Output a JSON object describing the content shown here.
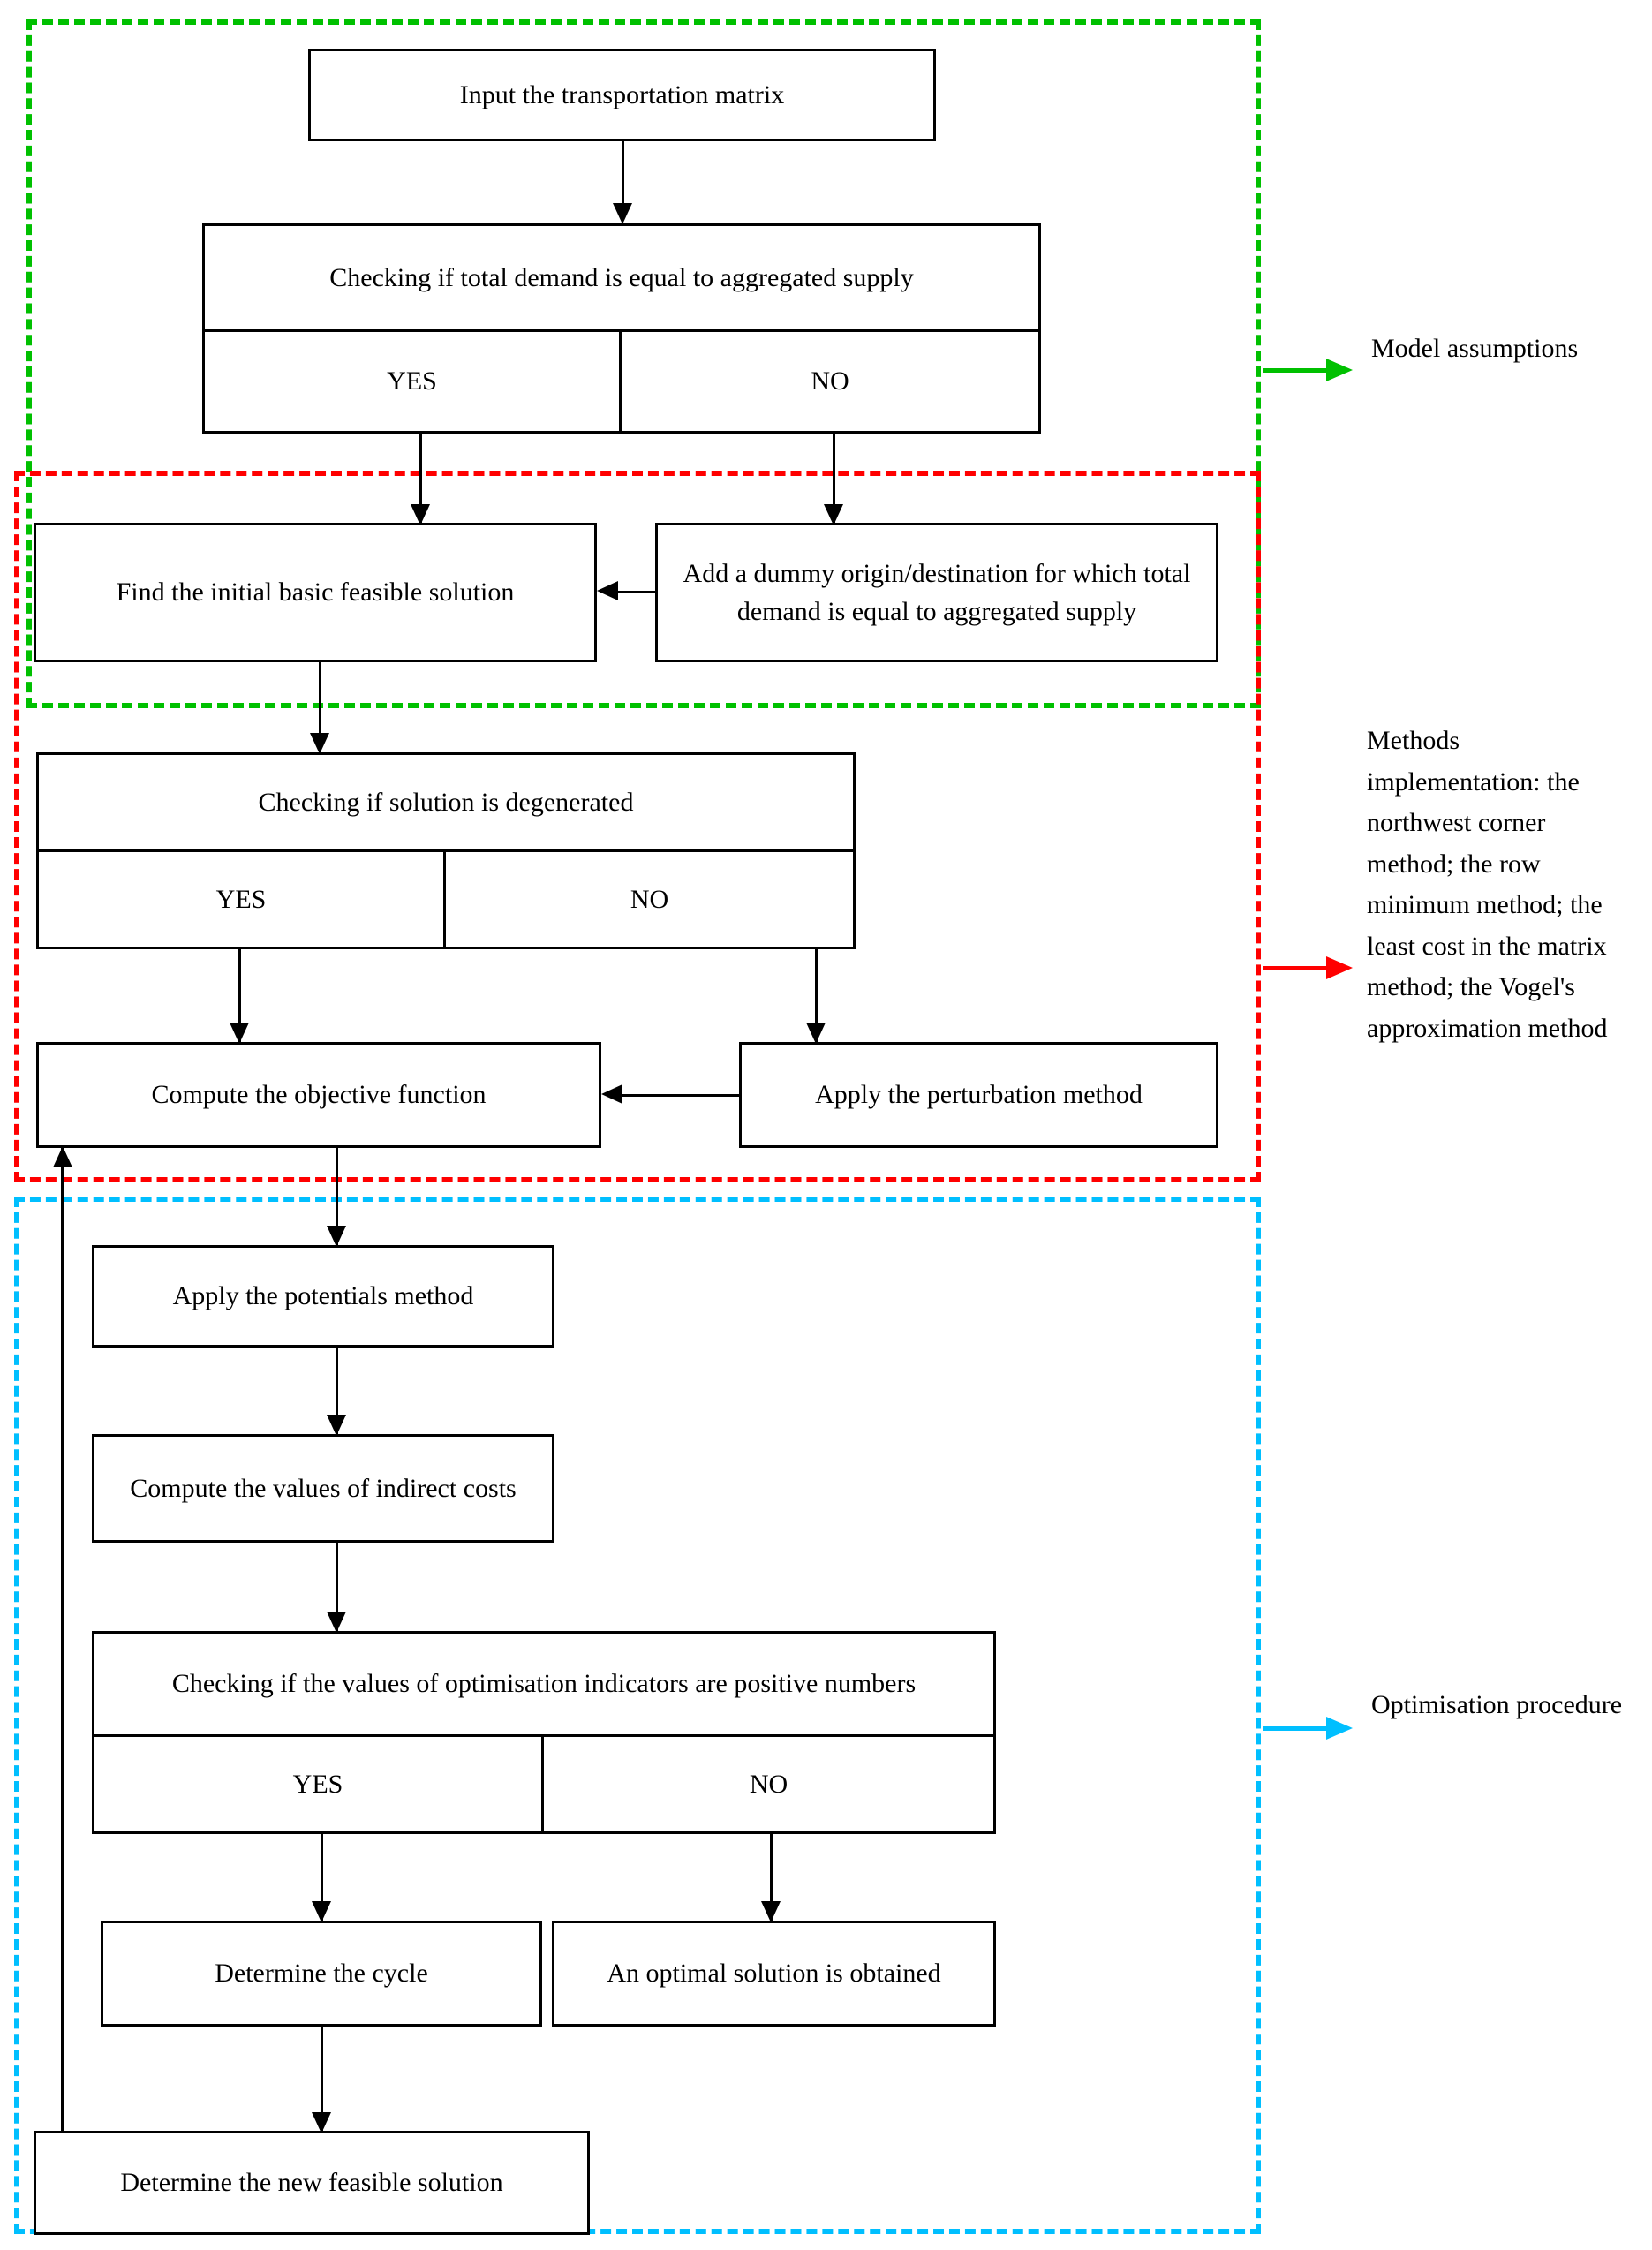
{
  "diagram": {
    "title": "Transportation problem solution algorithm flowchart",
    "colors": {
      "model_assumptions": "#00c000",
      "methods_implementation": "#ff0000",
      "optimisation_procedure": "#00bfff",
      "box_border": "#000000",
      "background": "#ffffff"
    },
    "nodes": {
      "input_matrix": "Input the transportation matrix",
      "check_demand_supply": "Checking if total demand is equal to aggregated supply",
      "check_demand_supply_yes": "YES",
      "check_demand_supply_no": "NO",
      "find_initial_solution": "Find the initial basic feasible solution",
      "add_dummy": "Add a dummy origin/destination for which total demand is equal to aggregated supply",
      "check_degenerated": "Checking if solution is degenerated",
      "check_degenerated_yes": "YES",
      "check_degenerated_no": "NO",
      "compute_objective": "Compute the objective function",
      "apply_perturbation": "Apply the perturbation method",
      "apply_potentials": "Apply the potentials method",
      "compute_indirect_costs": "Compute the values of indirect costs",
      "check_indicators": "Checking if the values of optimisation indicators are positive numbers",
      "check_indicators_yes": "YES",
      "check_indicators_no": "NO",
      "determine_cycle": "Determine the cycle",
      "optimal_solution": "An optimal solution is obtained",
      "determine_new_solution": "Determine the new feasible solution"
    },
    "legends": [
      {
        "id": "model-assumptions",
        "label": "Model assumptions",
        "color": "#00c000"
      },
      {
        "id": "methods-implementation",
        "label": "Methods implementation: the northwest corner method; the row minimum method; the least cost in the matrix method; the Vogel's approximation method",
        "color": "#ff0000"
      },
      {
        "id": "optimisation-procedure",
        "label": "Optimisation procedure",
        "color": "#00bfff"
      }
    ]
  }
}
